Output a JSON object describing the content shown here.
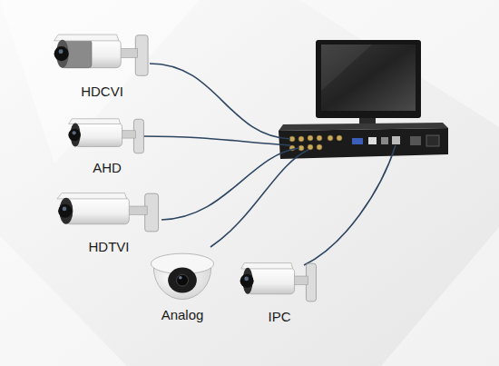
{
  "diagram": {
    "nodes": [
      {
        "text": [
          "HDCVI"
        ]
      },
      {
        "text": [
          "AHD"
        ]
      },
      {
        "text": [
          "HDTVI"
        ]
      },
      {
        "text": [
          "Analog"
        ]
      },
      {
        "text": [
          "IPC"
        ]
      }
    ]
  }
}
